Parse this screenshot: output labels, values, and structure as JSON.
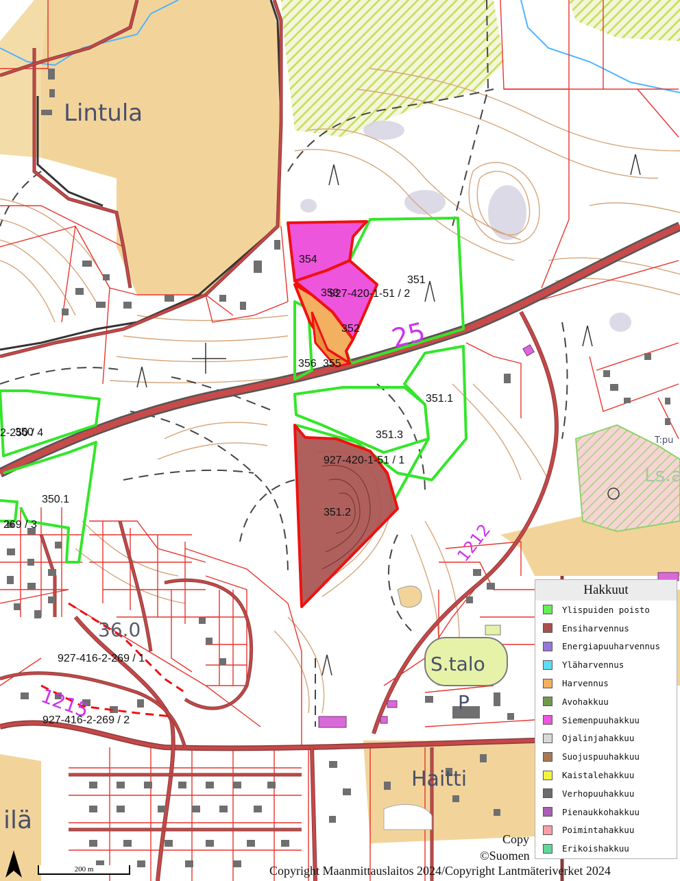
{
  "map": {
    "place_names": {
      "lintula": "Lintula",
      "haitti": "Haitti",
      "stalo": "S.talo",
      "ila": "ilä",
      "lsa": "Ls.a",
      "parking": "P",
      "elev": "36.0",
      "tpu": "T:pu"
    },
    "road_numbers": {
      "r25": "25",
      "r1212": "1212",
      "r1215": "1215"
    },
    "stand_labels": {
      "s354": "354",
      "s353": "353",
      "s351": "351",
      "s352": "352",
      "s356": "356",
      "s355": "355",
      "s351_1": "351.1",
      "s351_3": "351.3",
      "s351_2": "351.2",
      "s350": "350",
      "s350_1": "350.1"
    },
    "property_labels": {
      "p1": "927-420-1-51 / 2",
      "p2": "927-420-1-51 / 1",
      "p3": "927-416-2-269 / 1",
      "p4": "927-416-2-269 / 2",
      "p5": "2-250 / 4",
      "p6": "269 / 3"
    }
  },
  "legend": {
    "title": "Hakkuut",
    "items": [
      {
        "label": "Ylispuiden poisto",
        "color": "#66ee55"
      },
      {
        "label": "Ensiharvennus",
        "color": "#a8524f"
      },
      {
        "label": "Energiapuuharvennus",
        "color": "#9678d8"
      },
      {
        "label": "Yläharvennus",
        "color": "#5fdcf5"
      },
      {
        "label": "Harvennus",
        "color": "#f2b060"
      },
      {
        "label": "Avohakkuu",
        "color": "#6f9a4c"
      },
      {
        "label": "Siemenpuuhakkuu",
        "color": "#ee55dd"
      },
      {
        "label": "Ojalinjahakkuu",
        "color": "#d8d8d8"
      },
      {
        "label": "Suojuspuuhakkuu",
        "color": "#a87850"
      },
      {
        "label": "Kaistalehakkuu",
        "color": "#f4f440"
      },
      {
        "label": "Verhopuuhakkuu",
        "color": "#6c6c6c"
      },
      {
        "label": "Pienaukkohakkuu",
        "color": "#a860b4"
      },
      {
        "label": "Poimintahakkuu",
        "color": "#f5a0a8"
      },
      {
        "label": "Erikoishakkuu",
        "color": "#5ed898"
      }
    ]
  },
  "copyright": {
    "main": "Copyright Maanmittauslaitos 2024/Copyright Lantmäteriverket 2024",
    "partial1": "Copy",
    "partial2": "©Suomen"
  },
  "scale": "200 m"
}
